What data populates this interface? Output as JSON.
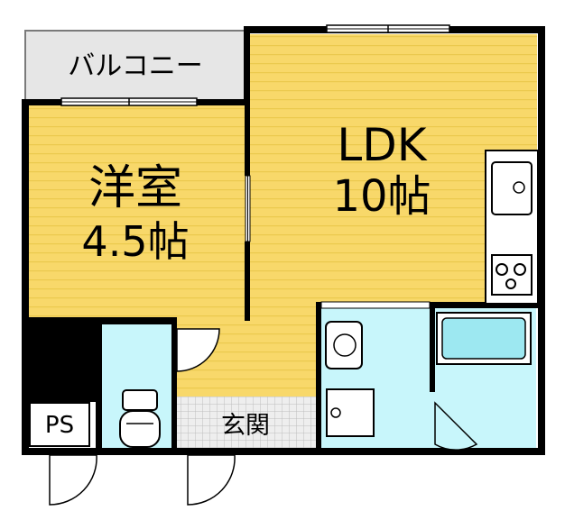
{
  "rooms": {
    "balcony": {
      "label": "バルコニー"
    },
    "western_room": {
      "name": "洋室",
      "size": "4.5帖"
    },
    "ldk": {
      "name": "LDK",
      "size": "10帖"
    },
    "entrance": {
      "label": "玄関"
    },
    "ps": {
      "label": "PS"
    }
  },
  "colors": {
    "wall": "#000000",
    "floor_wood": "#f8d86a",
    "floor_stripe": "#ebc94e",
    "wet_area": "#c8f6fb",
    "entrance_tile": "#e8e8e8",
    "balcony": "#e6e6e6",
    "fixture_fill": "#ffffff",
    "bathtub": "#9de8f1"
  },
  "icons": [
    "kitchen-sink-icon",
    "gas-stove-icon",
    "wash-basin-icon",
    "washing-machine-pan-icon",
    "toilet-icon",
    "bathtub-icon",
    "door-swing-icon",
    "window-icon"
  ]
}
